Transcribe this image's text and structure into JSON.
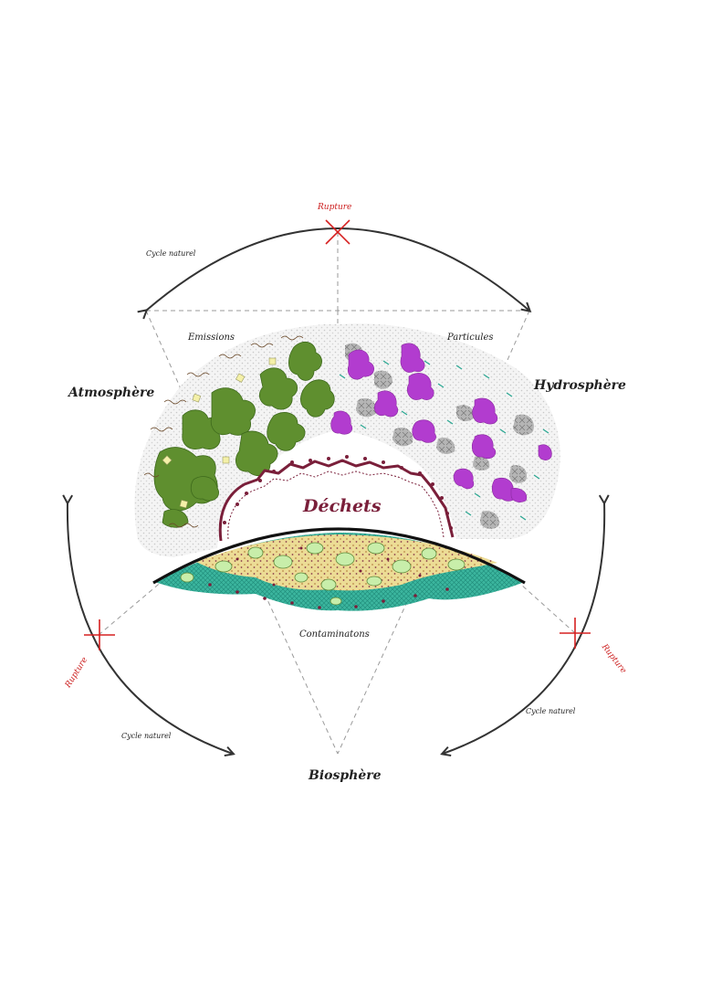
{
  "labels": {
    "atmosphere": "Atmosphère",
    "hydrosphere": "Hydrosphère",
    "biosphere": "Biosphère",
    "dechets": "Déchets",
    "emissions": "Emissions",
    "particules": "Particules",
    "contaminations": "Contaminatons",
    "rupture_top": "Rupture",
    "rupture_left": "Rupture",
    "rupture_right": "Rupture",
    "cycle_top": "Cycle naturel",
    "cycle_left": "Cycle naturel",
    "cycle_right": "Cycle naturel"
  },
  "colors": {
    "green": "#5a8a2e",
    "magenta": "#b23ccf",
    "teal": "#2aa893",
    "sand": "#e9d98f",
    "waste": "#7a1f3a",
    "rupture": "#d62020",
    "cycle_arrow": "#333333"
  }
}
